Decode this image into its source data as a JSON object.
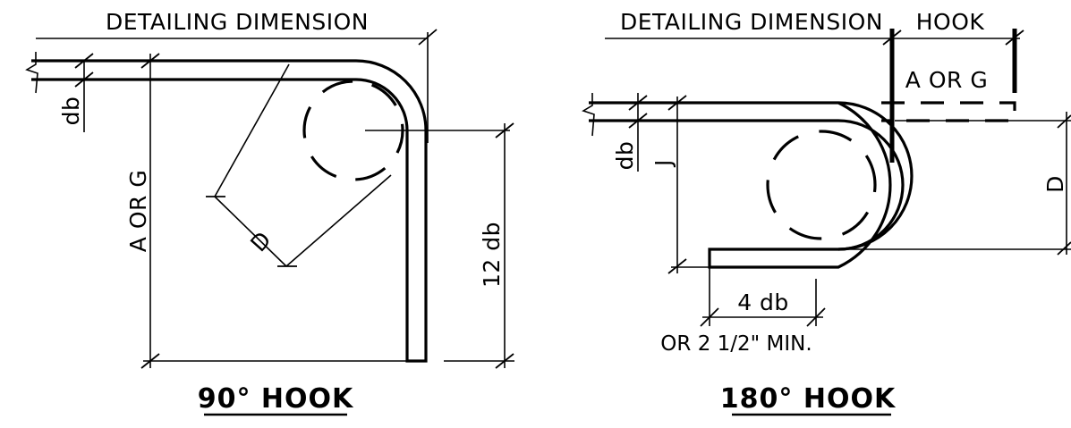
{
  "hook90": {
    "detailing_dimension": "DETAILING DIMENSION",
    "db": "db",
    "a_or_g": "A OR G",
    "d": "D",
    "twelve_db": "12 db",
    "title": "90° HOOK"
  },
  "hook180": {
    "detailing_dimension": "DETAILING DIMENSION",
    "hook": "HOOK",
    "a_or_g": "A OR G",
    "db": "db",
    "j": "J",
    "d": "D",
    "four_db": "4 db",
    "min": "OR 2 1/2\" MIN.",
    "title": "180° HOOK"
  }
}
